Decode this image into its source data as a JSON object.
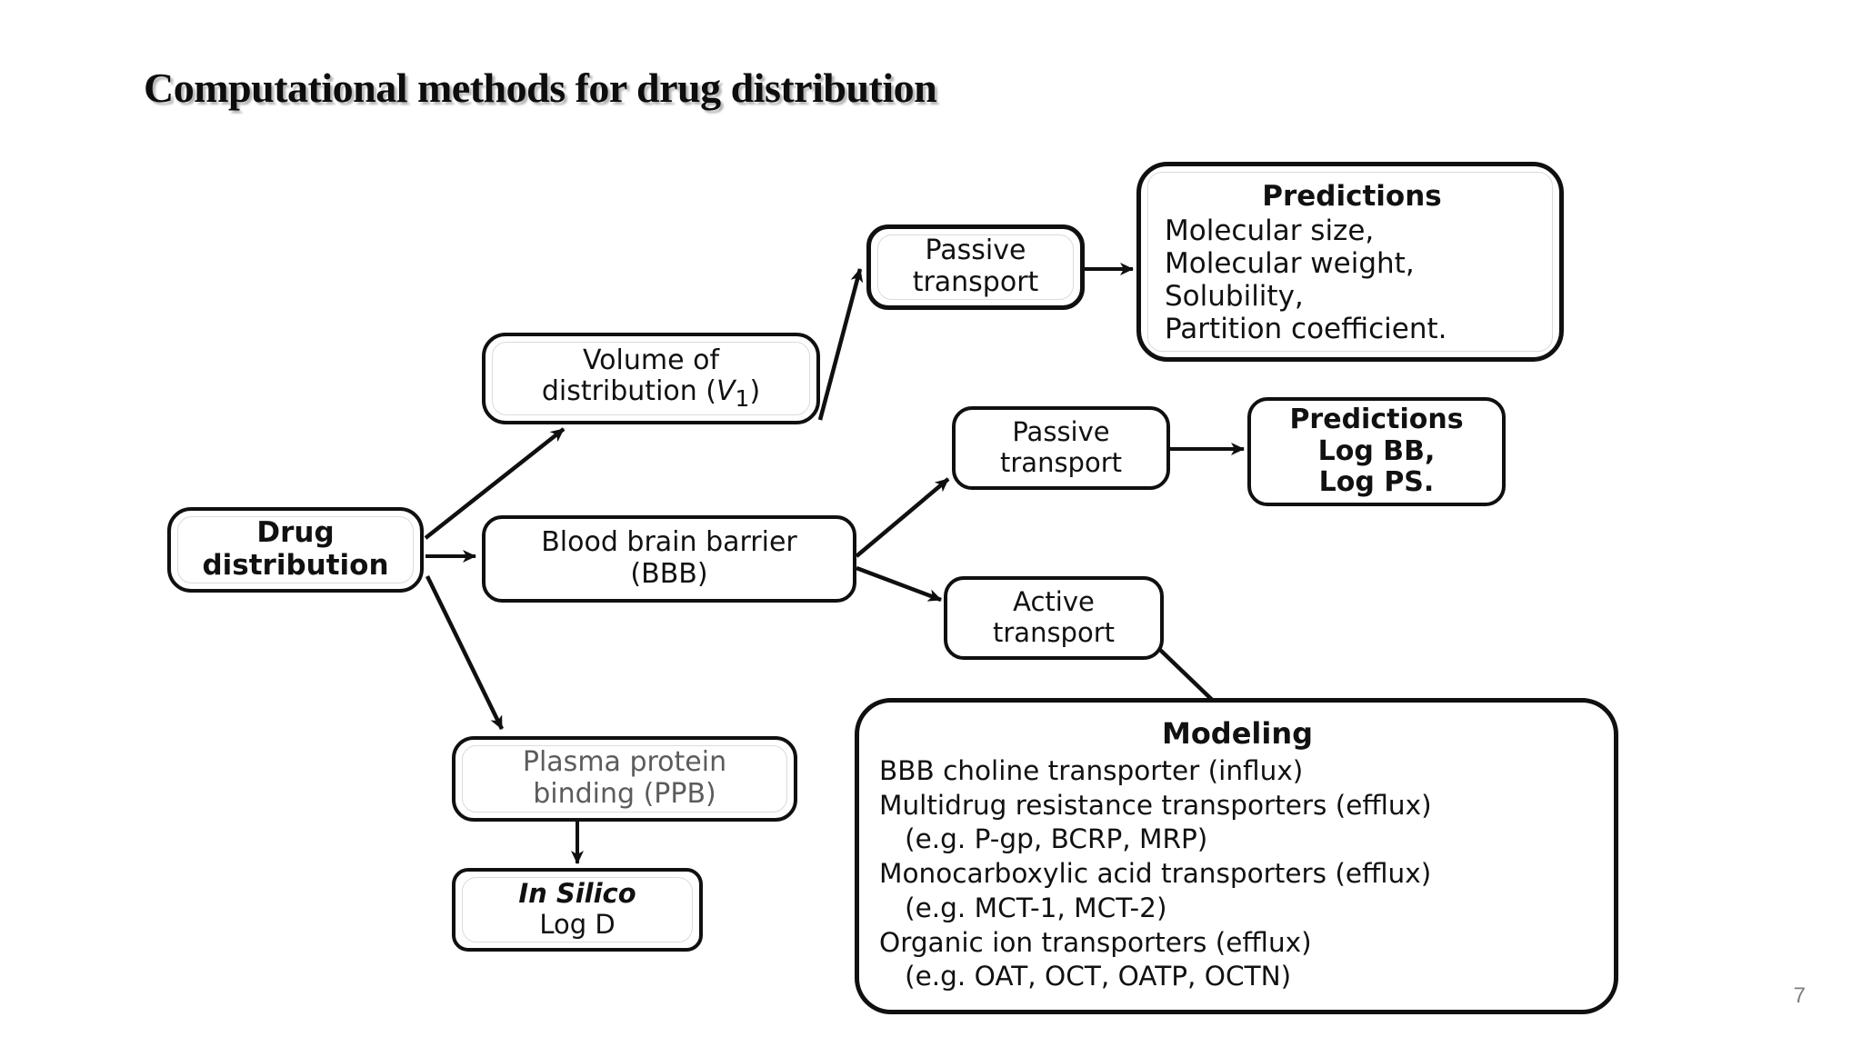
{
  "slide": {
    "title": "Computational methods for drug distribution",
    "page_number": "7"
  },
  "diagram": {
    "type": "flowchart",
    "nodes": {
      "drug_distribution": {
        "label": "Drug distribution",
        "lines": [
          "Drug",
          "distribution"
        ]
      },
      "volume_distribution": {
        "label": "Volume of distribution (V1)",
        "line1": "Volume of",
        "line2_pre": "distribution (",
        "line2_var": "V",
        "line2_sub": "1",
        "line2_post": ")"
      },
      "passive_transport_top": {
        "lines": [
          "Passive",
          "transport"
        ]
      },
      "predictions_top": {
        "title": "Predictions",
        "lines": [
          "Molecular size,",
          "Molecular weight,",
          "Solubility,",
          "Partition coefficient."
        ]
      },
      "blood_brain_barrier": {
        "lines": [
          "Blood brain barrier",
          "(BBB)"
        ]
      },
      "passive_transport_mid": {
        "lines": [
          "Passive",
          "transport"
        ]
      },
      "predictions_mid": {
        "title": "Predictions",
        "lines": [
          "Log BB,",
          "Log PS."
        ]
      },
      "active_transport": {
        "lines": [
          "Active",
          "transport"
        ]
      },
      "plasma_protein_binding": {
        "lines": [
          "Plasma protein",
          "binding (PPB)"
        ]
      },
      "in_silico": {
        "title": "In Silico",
        "lines": [
          "Log D"
        ]
      },
      "modeling": {
        "title": "Modeling",
        "lines": [
          "BBB choline transporter (influx)",
          "Multidrug resistance transporters (efflux)",
          "   (e.g. P-gp, BCRP, MRP)",
          "Monocarboxylic acid transporters (efflux)",
          "   (e.g. MCT-1, MCT-2)",
          "Organic ion transporters (efflux)",
          "   (e.g. OAT, OCT, OATP, OCTN)"
        ]
      }
    },
    "edges": [
      {
        "from": "drug_distribution",
        "to": "volume_distribution"
      },
      {
        "from": "drug_distribution",
        "to": "blood_brain_barrier"
      },
      {
        "from": "drug_distribution",
        "to": "plasma_protein_binding"
      },
      {
        "from": "volume_distribution",
        "to": "passive_transport_top"
      },
      {
        "from": "passive_transport_top",
        "to": "predictions_top"
      },
      {
        "from": "blood_brain_barrier",
        "to": "passive_transport_mid"
      },
      {
        "from": "blood_brain_barrier",
        "to": "active_transport"
      },
      {
        "from": "passive_transport_mid",
        "to": "predictions_mid"
      },
      {
        "from": "active_transport",
        "to": "modeling"
      },
      {
        "from": "plasma_protein_binding",
        "to": "in_silico"
      }
    ]
  },
  "colors": {
    "ink": "#101010",
    "muted_text": "#5c5c5c",
    "page_number": "#7d7d7d",
    "background": "#ffffff"
  }
}
